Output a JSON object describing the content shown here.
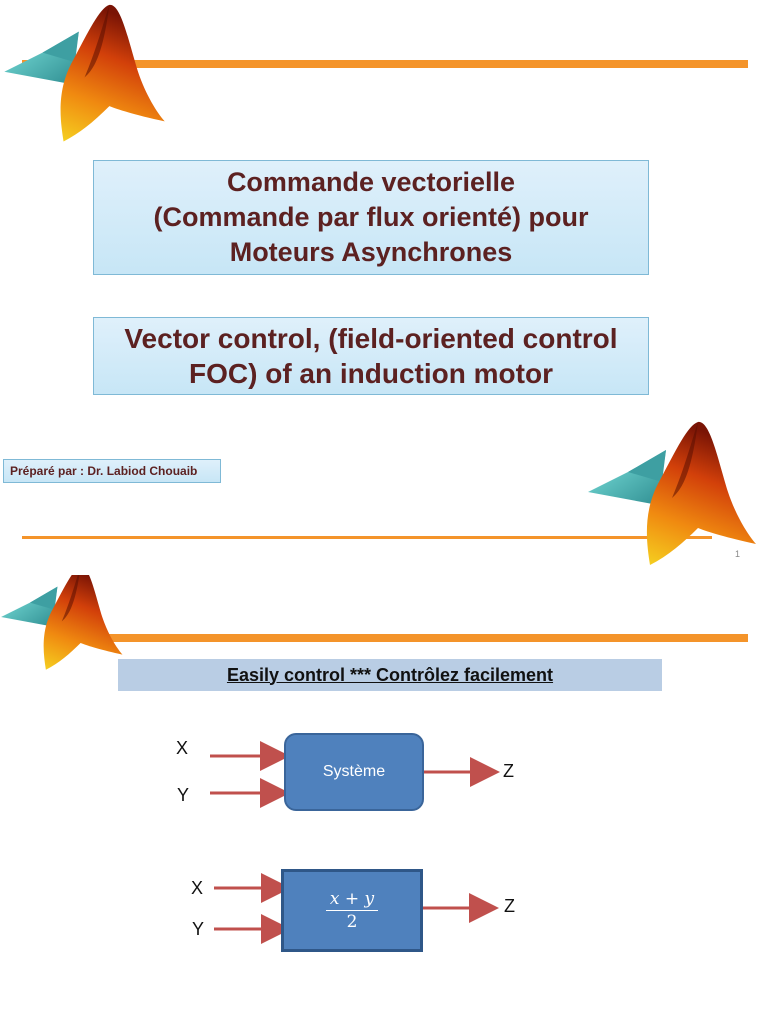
{
  "slide1": {
    "title_fr": [
      "Commande vectorielle",
      "(Commande par flux orienté) pour",
      "Moteurs Asynchrones"
    ],
    "title_en": [
      "Vector control, (field-oriented control",
      "FOC) of an induction motor"
    ],
    "author": "Préparé par : Dr. Labiod Chouaib",
    "page_number": "1",
    "logo_icon": "matlab-membrane-logo",
    "colors": {
      "accent": "#f4942a",
      "title_text": "#5c2121",
      "box_fill": "#d2ebf8"
    }
  },
  "slide2": {
    "subtitle": "Easily control *** Contrôlez facilement",
    "diagram1": {
      "input_x": "X",
      "input_y": "Y",
      "block_label": "Système",
      "output": "Z"
    },
    "diagram2": {
      "input_x": "X",
      "input_y": "Y",
      "numerator": "x + y",
      "denominator": "2",
      "output": "Z"
    },
    "colors": {
      "block": "#4f81bd",
      "arrow": "#c0504d",
      "subtitle_bar": "#b9cde4"
    }
  }
}
